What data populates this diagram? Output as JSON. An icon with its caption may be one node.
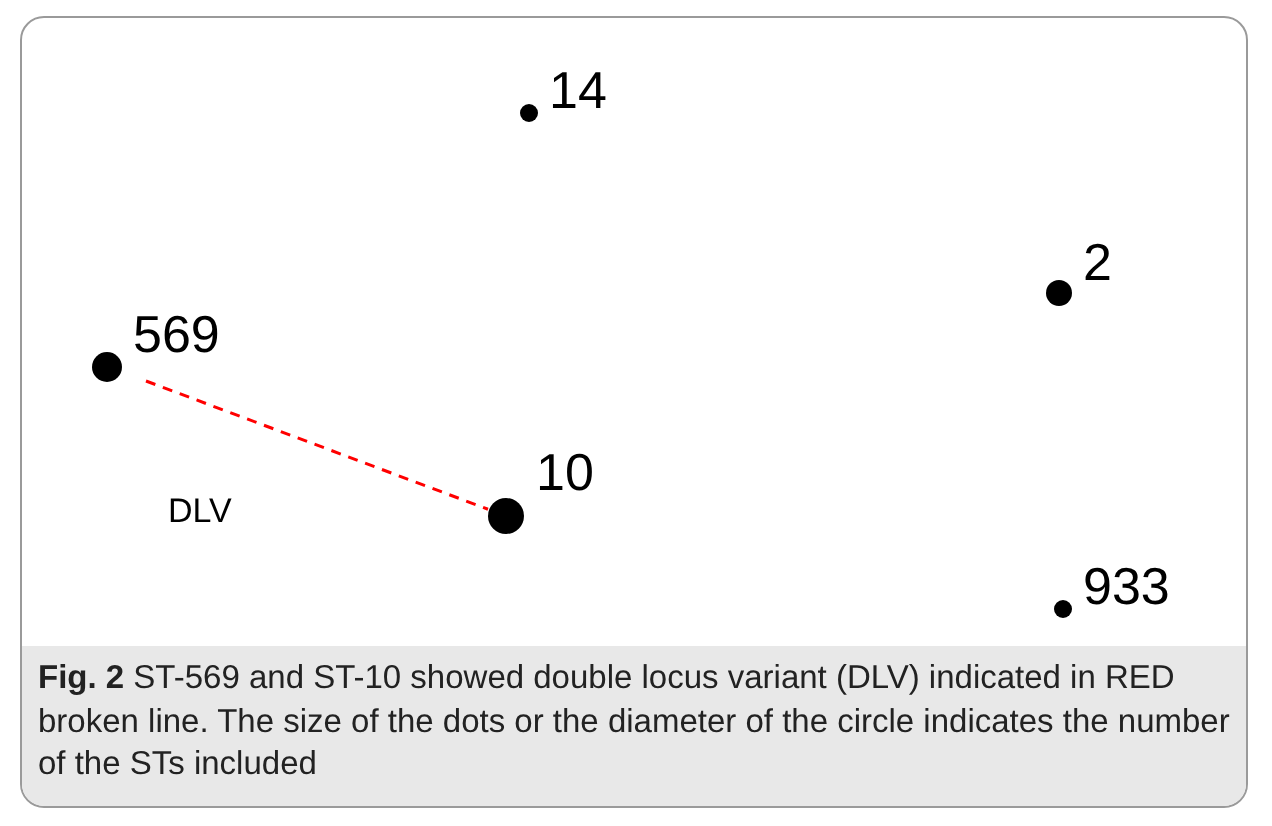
{
  "diagram": {
    "nodes": [
      {
        "text": [
          "14"
        ]
      },
      {
        "text": [
          "2"
        ]
      },
      {
        "text": [
          "569"
        ]
      },
      {
        "text": [
          "10"
        ]
      },
      {
        "text": [
          "933"
        ]
      }
    ],
    "edges": [
      {
        "from": 2,
        "to": 3,
        "arrow": "none",
        "label": "DLV",
        "style": "dashed",
        "color": "#ff0000"
      }
    ],
    "caption": "**Fig. 2** ST-569 and ST-10 showed double locus variant (DLV) indicated in RED broken line. The size of the dots or the diameter of the circle indicates the number of the STs included"
  }
}
